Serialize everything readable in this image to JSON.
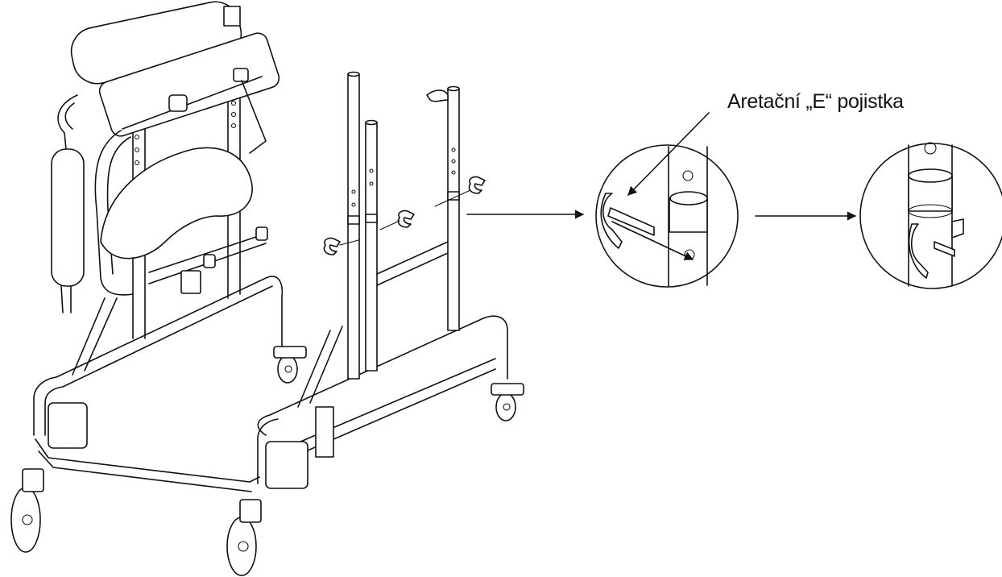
{
  "callout_label": "Aretační „E“ pojistka",
  "icons": [
    "lift-frame-illustration",
    "e-clip-detail-before",
    "e-clip-detail-after",
    "arrow-right"
  ]
}
